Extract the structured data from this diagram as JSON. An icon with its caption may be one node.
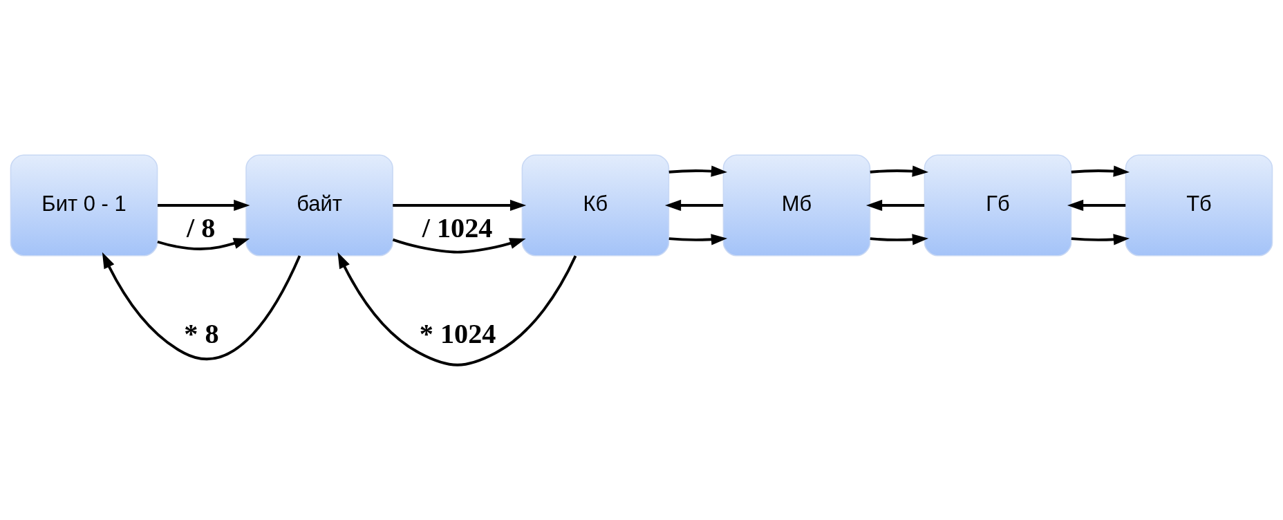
{
  "diagram": {
    "nodes": [
      {
        "text": [
          "Бит 0 - 1"
        ]
      },
      {
        "text": [
          "байт"
        ]
      },
      {
        "text": [
          "Кб"
        ]
      },
      {
        "text": [
          "Мб"
        ]
      },
      {
        "text": [
          "Гб"
        ]
      },
      {
        "text": [
          "Тб"
        ]
      }
    ],
    "edges": [
      {
        "from": 0,
        "to": 1,
        "arrow": "to"
      },
      {
        "from": 1,
        "to": 2,
        "arrow": "to"
      },
      {
        "from": 2,
        "to": 3,
        "arrow": "to"
      },
      {
        "from": 3,
        "to": 4,
        "arrow": "to"
      },
      {
        "from": 4,
        "to": 5,
        "arrow": "to"
      },
      {
        "from": 1,
        "to": 0,
        "arrow": "to",
        "label": "* 8"
      },
      {
        "from": 2,
        "to": 1,
        "arrow": "to",
        "label": "* 1024"
      },
      {
        "from": 3,
        "to": 2,
        "arrow": "to"
      },
      {
        "from": 4,
        "to": 3,
        "arrow": "to"
      },
      {
        "from": 5,
        "to": 4,
        "arrow": "to"
      },
      {
        "from": 0,
        "to": 1,
        "arrow": "to",
        "label": "/ 8"
      },
      {
        "from": 1,
        "to": 2,
        "arrow": "to",
        "label": "/ 1024"
      },
      {
        "from": 2,
        "to": 3,
        "arrow": "to"
      },
      {
        "from": 3,
        "to": 4,
        "arrow": "to"
      },
      {
        "from": 4,
        "to": 5,
        "arrow": "to"
      }
    ]
  }
}
